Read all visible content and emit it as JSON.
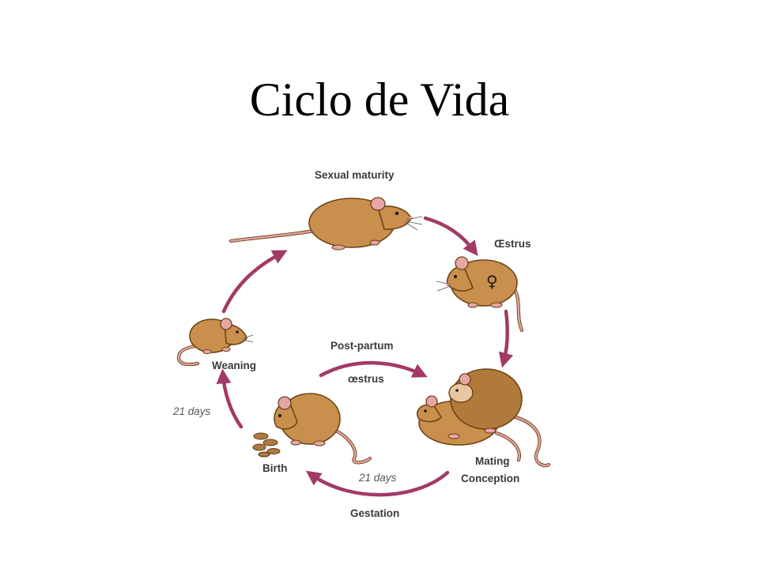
{
  "title": "Ciclo de Vida",
  "labels": {
    "sexual_maturity": "Sexual maturity",
    "oestrus": "Œstrus",
    "female_symbol": "♀",
    "post_partum_1": "Post-partum",
    "post_partum_2": "œstrus",
    "weaning": "Weaning",
    "days_left": "21 days",
    "birth": "Birth",
    "days_bottom": "21 days",
    "gestation": "Gestation",
    "mating": "Mating",
    "conception": "Conception"
  },
  "colors": {
    "arrow": "#a23a66",
    "mouse_fur": "#c98f4c",
    "mouse_outline": "#6b4416",
    "ear_pink": "#e7a6a6"
  }
}
